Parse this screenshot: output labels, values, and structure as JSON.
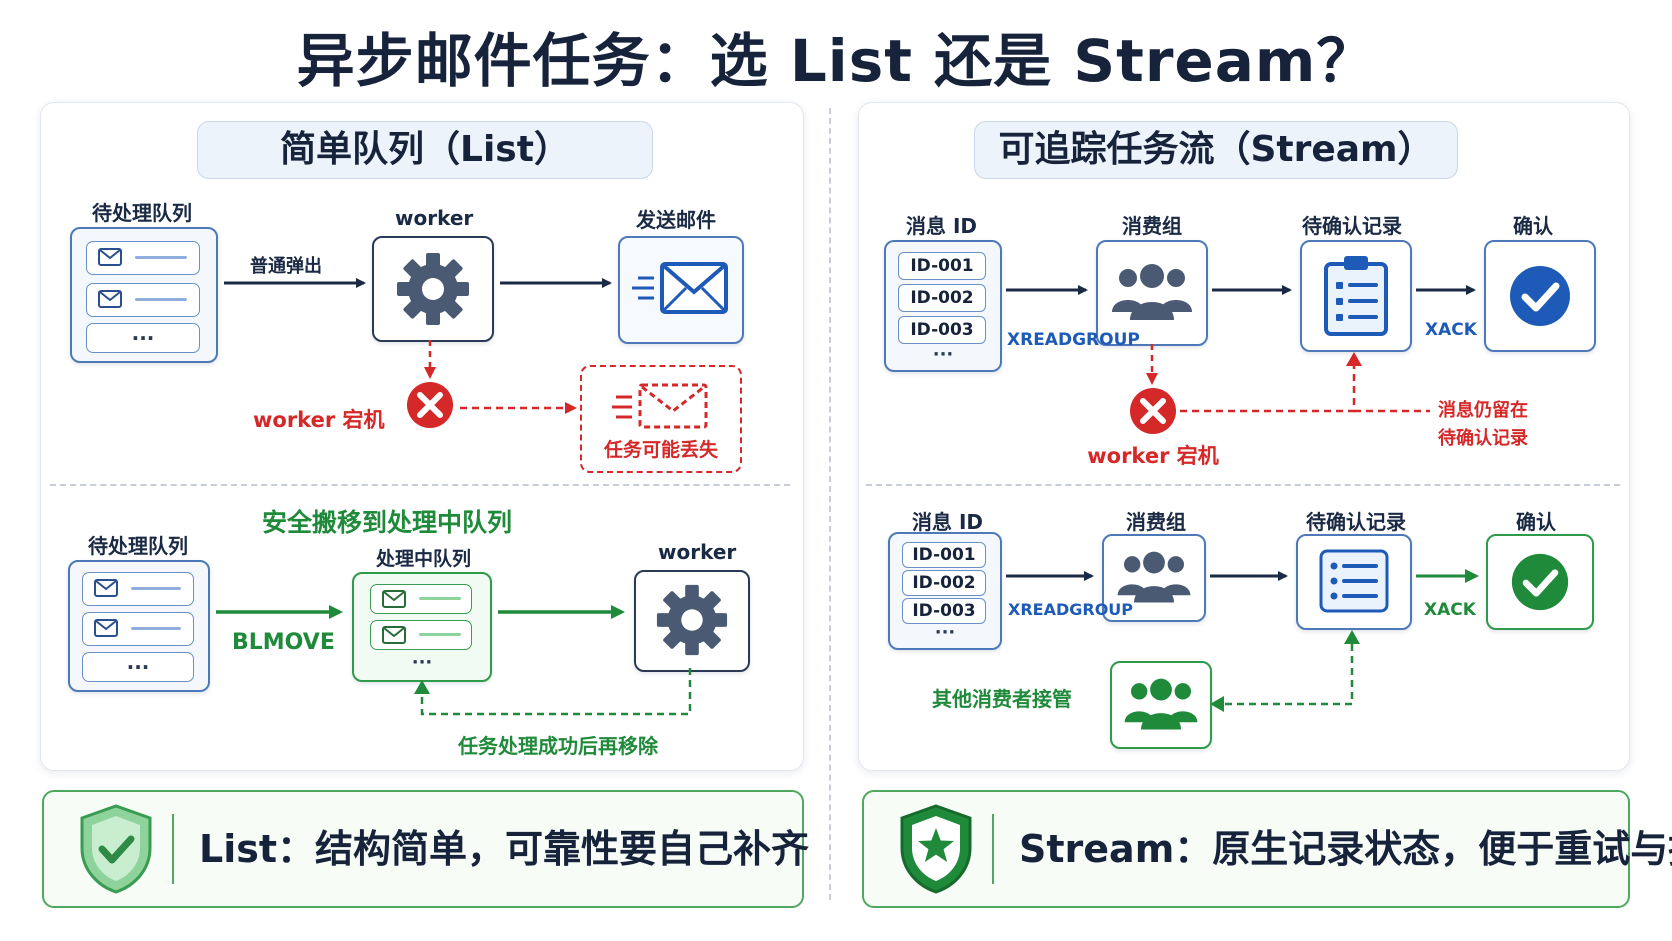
{
  "title": "异步邮件任务：选 List 还是 Stream？",
  "left": {
    "panel_title": "简单队列（List）",
    "top": {
      "queue_label": "待处理队列",
      "queue_more": "···",
      "worker_label": "worker",
      "send_label": "发送邮件",
      "pop_label": "普通弹出",
      "crash_label": "worker 宕机",
      "lost_label": "任务可能丢失"
    },
    "bottom": {
      "heading": "安全搬移到处理中队列",
      "queue_label": "待处理队列",
      "queue_more": "···",
      "processing_label": "处理中队列",
      "processing_more": "···",
      "worker_label": "worker",
      "blmove_label": "BLMOVE",
      "remove_label": "任务处理成功后再移除"
    },
    "summary": "List：结构简单，可靠性要自己补齐"
  },
  "right": {
    "panel_title": "可追踪任务流（Stream）",
    "top": {
      "msg_label": "消息 ID",
      "ids": [
        "ID-001",
        "ID-002",
        "ID-003"
      ],
      "ids_more": "···",
      "group_label": "消费组",
      "pending_label": "待确认记录",
      "ack_label": "确认",
      "xreadgroup": "XREADGROUP",
      "xack": "XACK",
      "crash_label": "worker 宕机",
      "still_label_1": "消息仍留在",
      "still_label_2": "待确认记录"
    },
    "bottom": {
      "msg_label": "消息 ID",
      "ids": [
        "ID-001",
        "ID-002",
        "ID-003"
      ],
      "ids_more": "···",
      "group_label": "消费组",
      "pending_label": "待确认记录",
      "ack_label": "确认",
      "xreadgroup": "XREADGROUP",
      "xack": "XACK",
      "takeover_label": "其他消费者接管"
    },
    "summary": "Stream：原生记录状态，便于重试与接管"
  },
  "colors": {
    "navy": "#1b2a44",
    "blue": "#1e5bb8",
    "red": "#d52828",
    "green": "#1f8a3a",
    "light_blue_bg": "#edf3fb"
  },
  "icons": [
    "envelope-icon",
    "gear-icon",
    "error-x-icon",
    "users-group-icon",
    "clipboard-list-icon",
    "check-circle-icon",
    "shield-check-icon",
    "shield-star-icon"
  ]
}
